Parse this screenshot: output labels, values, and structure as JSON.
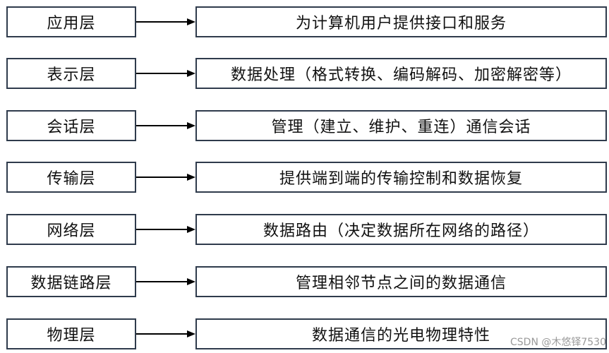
{
  "layers": [
    {
      "name": "应用层",
      "description": "为计算机用户提供接口和服务"
    },
    {
      "name": "表示层",
      "description": "数据处理（格式转换、编码解码、加密解密等）"
    },
    {
      "name": "会话层",
      "description": "管理（建立、维护、重连）通信会话"
    },
    {
      "name": "传输层",
      "description": "提供端到端的传输控制和数据恢复"
    },
    {
      "name": "网络层",
      "description": "数据路由（决定数据所在网络的路径）"
    },
    {
      "name": "数据链路层",
      "description": "管理相邻节点之间的数据通信"
    },
    {
      "name": "物理层",
      "description": "数据通信的光电物理特性"
    }
  ],
  "watermark": "CSDN @木悠铎7530",
  "colors": {
    "border": "#2f3b4c",
    "text": "#111111",
    "arrow": "#000000"
  },
  "icons": {
    "connector": "right-arrow-icon"
  }
}
